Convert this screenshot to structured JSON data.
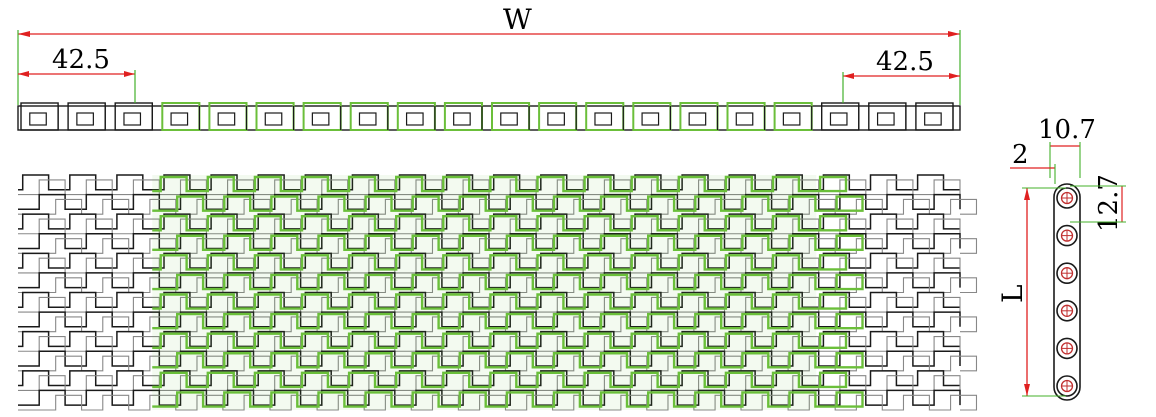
{
  "colors": {
    "outline": "#1a1a1a",
    "highlight": "#6bbf3a",
    "dimension": "#e02020",
    "extension": "#43b02a"
  },
  "dimensions": {
    "width_label": "W",
    "left_margin": "42.5",
    "right_margin": "42.5",
    "length_label": "L",
    "thickness": "10.7",
    "offset": "2",
    "pitch": "12.7"
  },
  "belt": {
    "module_columns": 20,
    "highlighted_columns_from": 3,
    "highlighted_columns_to": 17,
    "row_pairs": 6
  },
  "side_view": {
    "hinge_count": 6
  }
}
